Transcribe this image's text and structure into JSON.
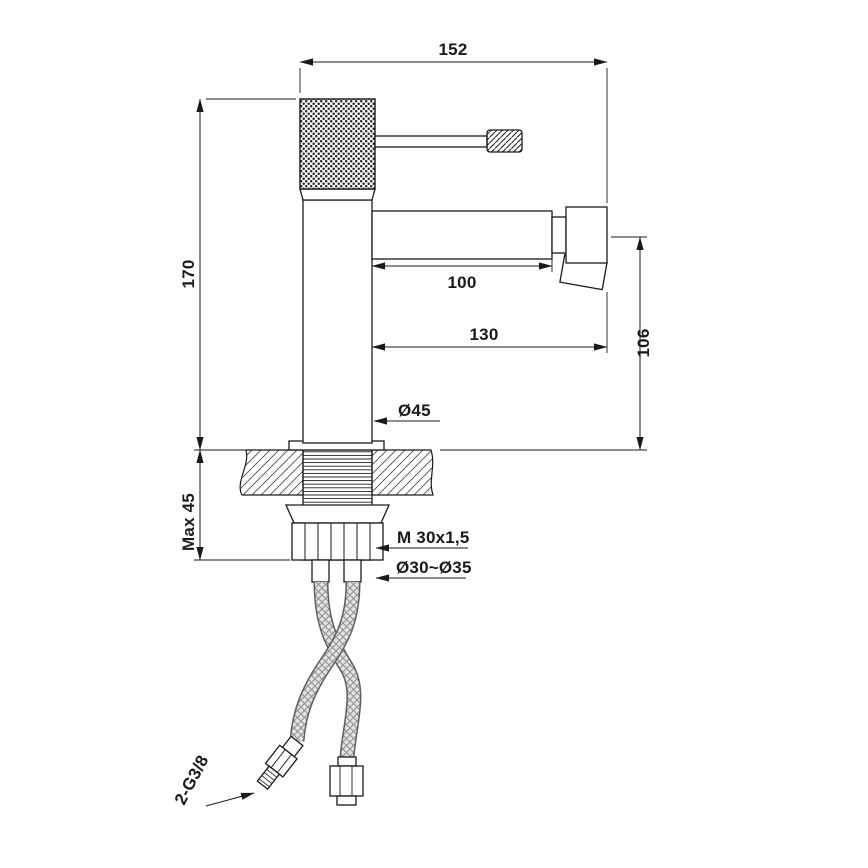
{
  "drawing": {
    "kind": "bidet-mixer-installation-diagram",
    "background": "#ffffff",
    "line_color": "#1a1a1a",
    "braid_color": "#8f8f8f",
    "dims": {
      "total_reach": "152",
      "total_height": "170",
      "spout_length": "100",
      "spout_reach": "130",
      "spout_height": "106",
      "body_diameter": "Ø45",
      "max_deck_thickness": "Max 45",
      "mounting_thread": "M 30x1,5",
      "hole_diameter": "Ø30~Ø35",
      "hose_connection": "2-G3/8"
    }
  }
}
